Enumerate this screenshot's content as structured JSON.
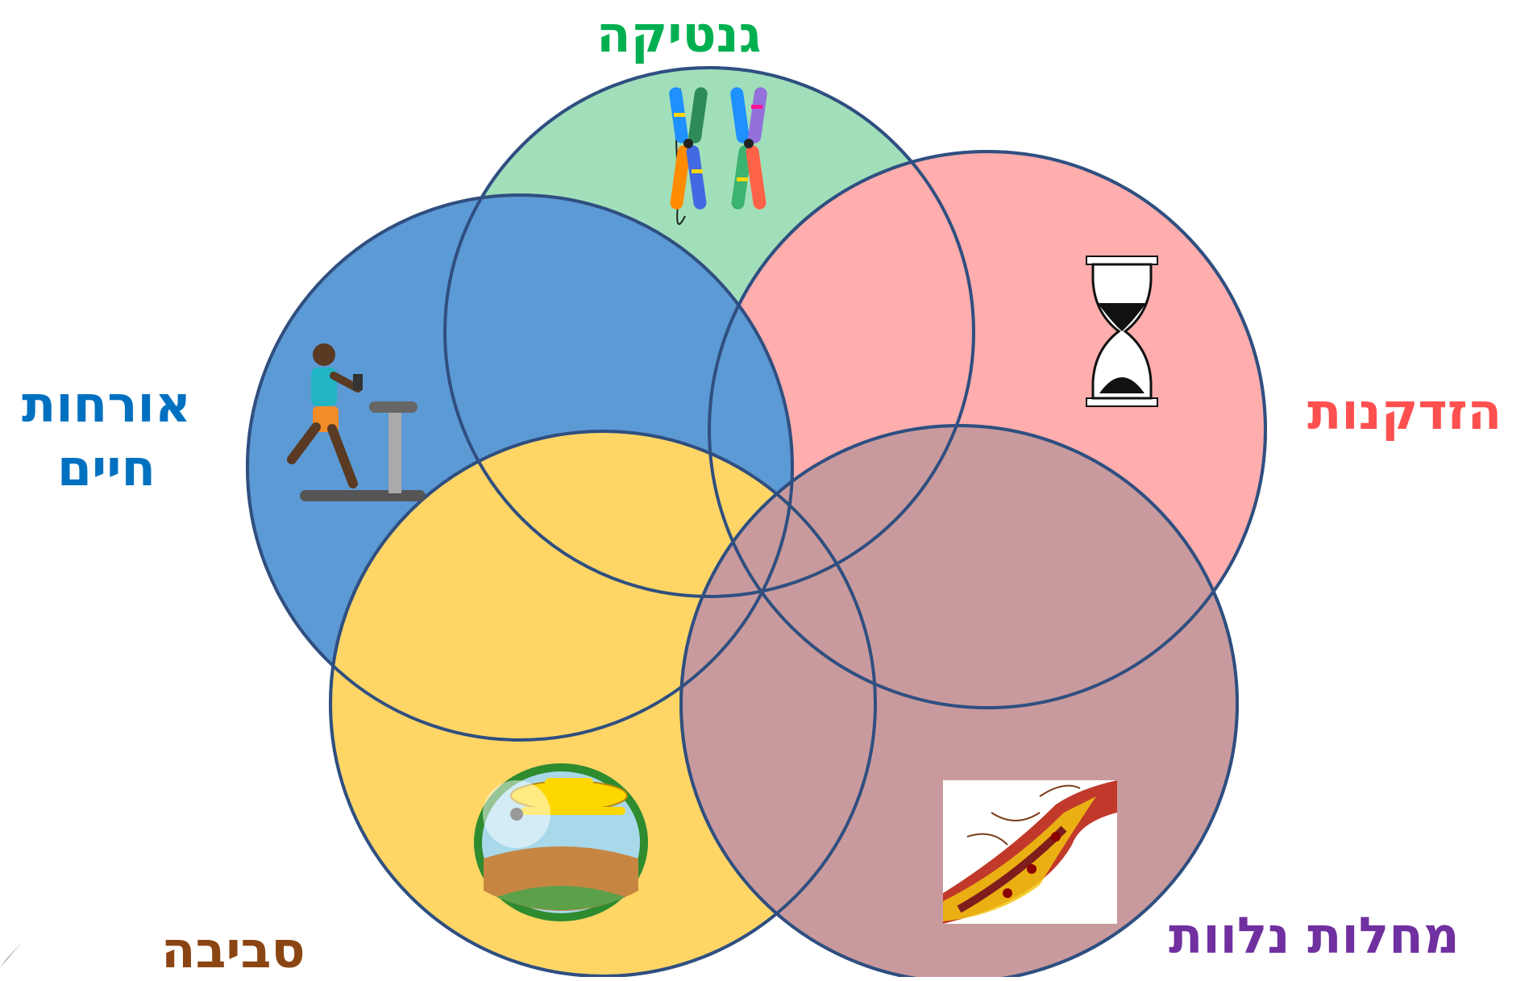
{
  "diagram": {
    "sets": [
      {
        "id": "genetics",
        "label": "גנטיקה",
        "fill": "#7dd3a0",
        "text_color": "#00b050",
        "icon": "chromosome-icon"
      },
      {
        "id": "aging",
        "label": "הזדקנות",
        "fill": "#ff8e8e",
        "text_color": "#ff5050",
        "icon": "hourglass-icon"
      },
      {
        "id": "lifestyle",
        "label_line1": "אורחות",
        "label_line2": "חיים",
        "fill": "#1e74c6",
        "text_color": "#0070c0",
        "icon": "treadmill-runner-icon"
      },
      {
        "id": "environment",
        "label": "סביבה",
        "fill": "#ffc72c",
        "text_color": "#8b4513",
        "icon": "crop-duster-plane-icon"
      },
      {
        "id": "comorbidities",
        "label": "מחלות נלוות",
        "fill": "#b57478",
        "text_color": "#7030a0",
        "icon": "artery-plaque-icon"
      }
    ],
    "circle_stroke": "#2f4f80"
  }
}
